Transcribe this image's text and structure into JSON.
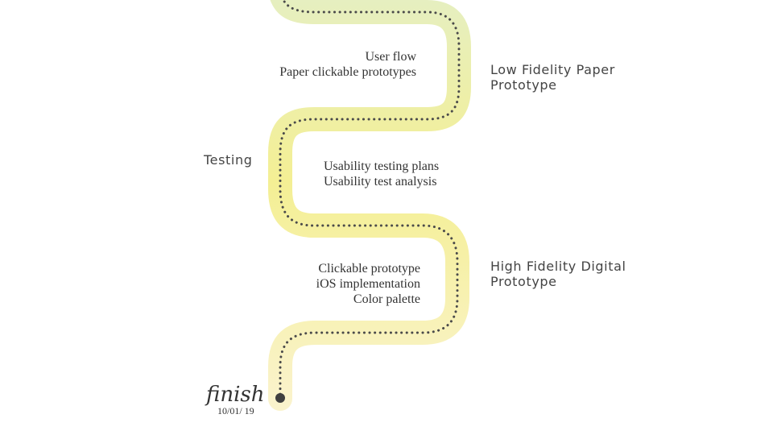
{
  "stages": {
    "low_fi": [
      "Low Fidelity Paper",
      "Prototype"
    ],
    "testing": [
      "Testing"
    ],
    "high_fi": [
      "High Fidelity Digital",
      "Prototype"
    ]
  },
  "deliverables": {
    "low_fi": [
      "User flow",
      "Paper clickable prototypes"
    ],
    "testing": [
      "Usability testing plans",
      "Usability test analysis"
    ],
    "high_fi": [
      "Clickable prototype",
      "iOS implementation",
      "Color palette"
    ]
  },
  "finish": {
    "label": "finish",
    "date": "10/01/ 19"
  },
  "colors": {
    "road_start": "#e6efc0",
    "road_mid": "#f4ef94",
    "road_end": "#faf3cc",
    "dotted_line": "#4a4a4a",
    "end_marker": "#3f3f3f"
  }
}
